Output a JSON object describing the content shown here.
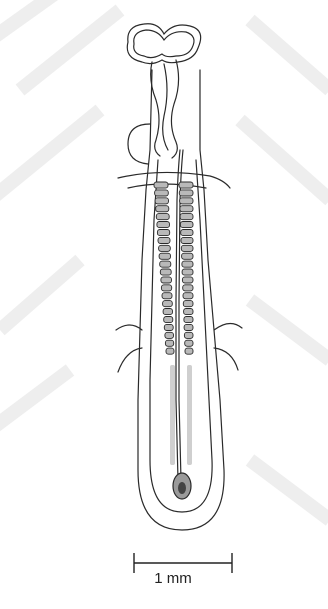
{
  "scale_bar": {
    "label": "1 mm"
  },
  "colors": {
    "background": "#ffffff",
    "watermark": "#ececec",
    "ink": "#2a2a2a",
    "segment_fill": "#b9b9b9",
    "gut_fill": "#cfcfcf"
  },
  "segments": {
    "left_count": 22,
    "right_count": 22
  }
}
